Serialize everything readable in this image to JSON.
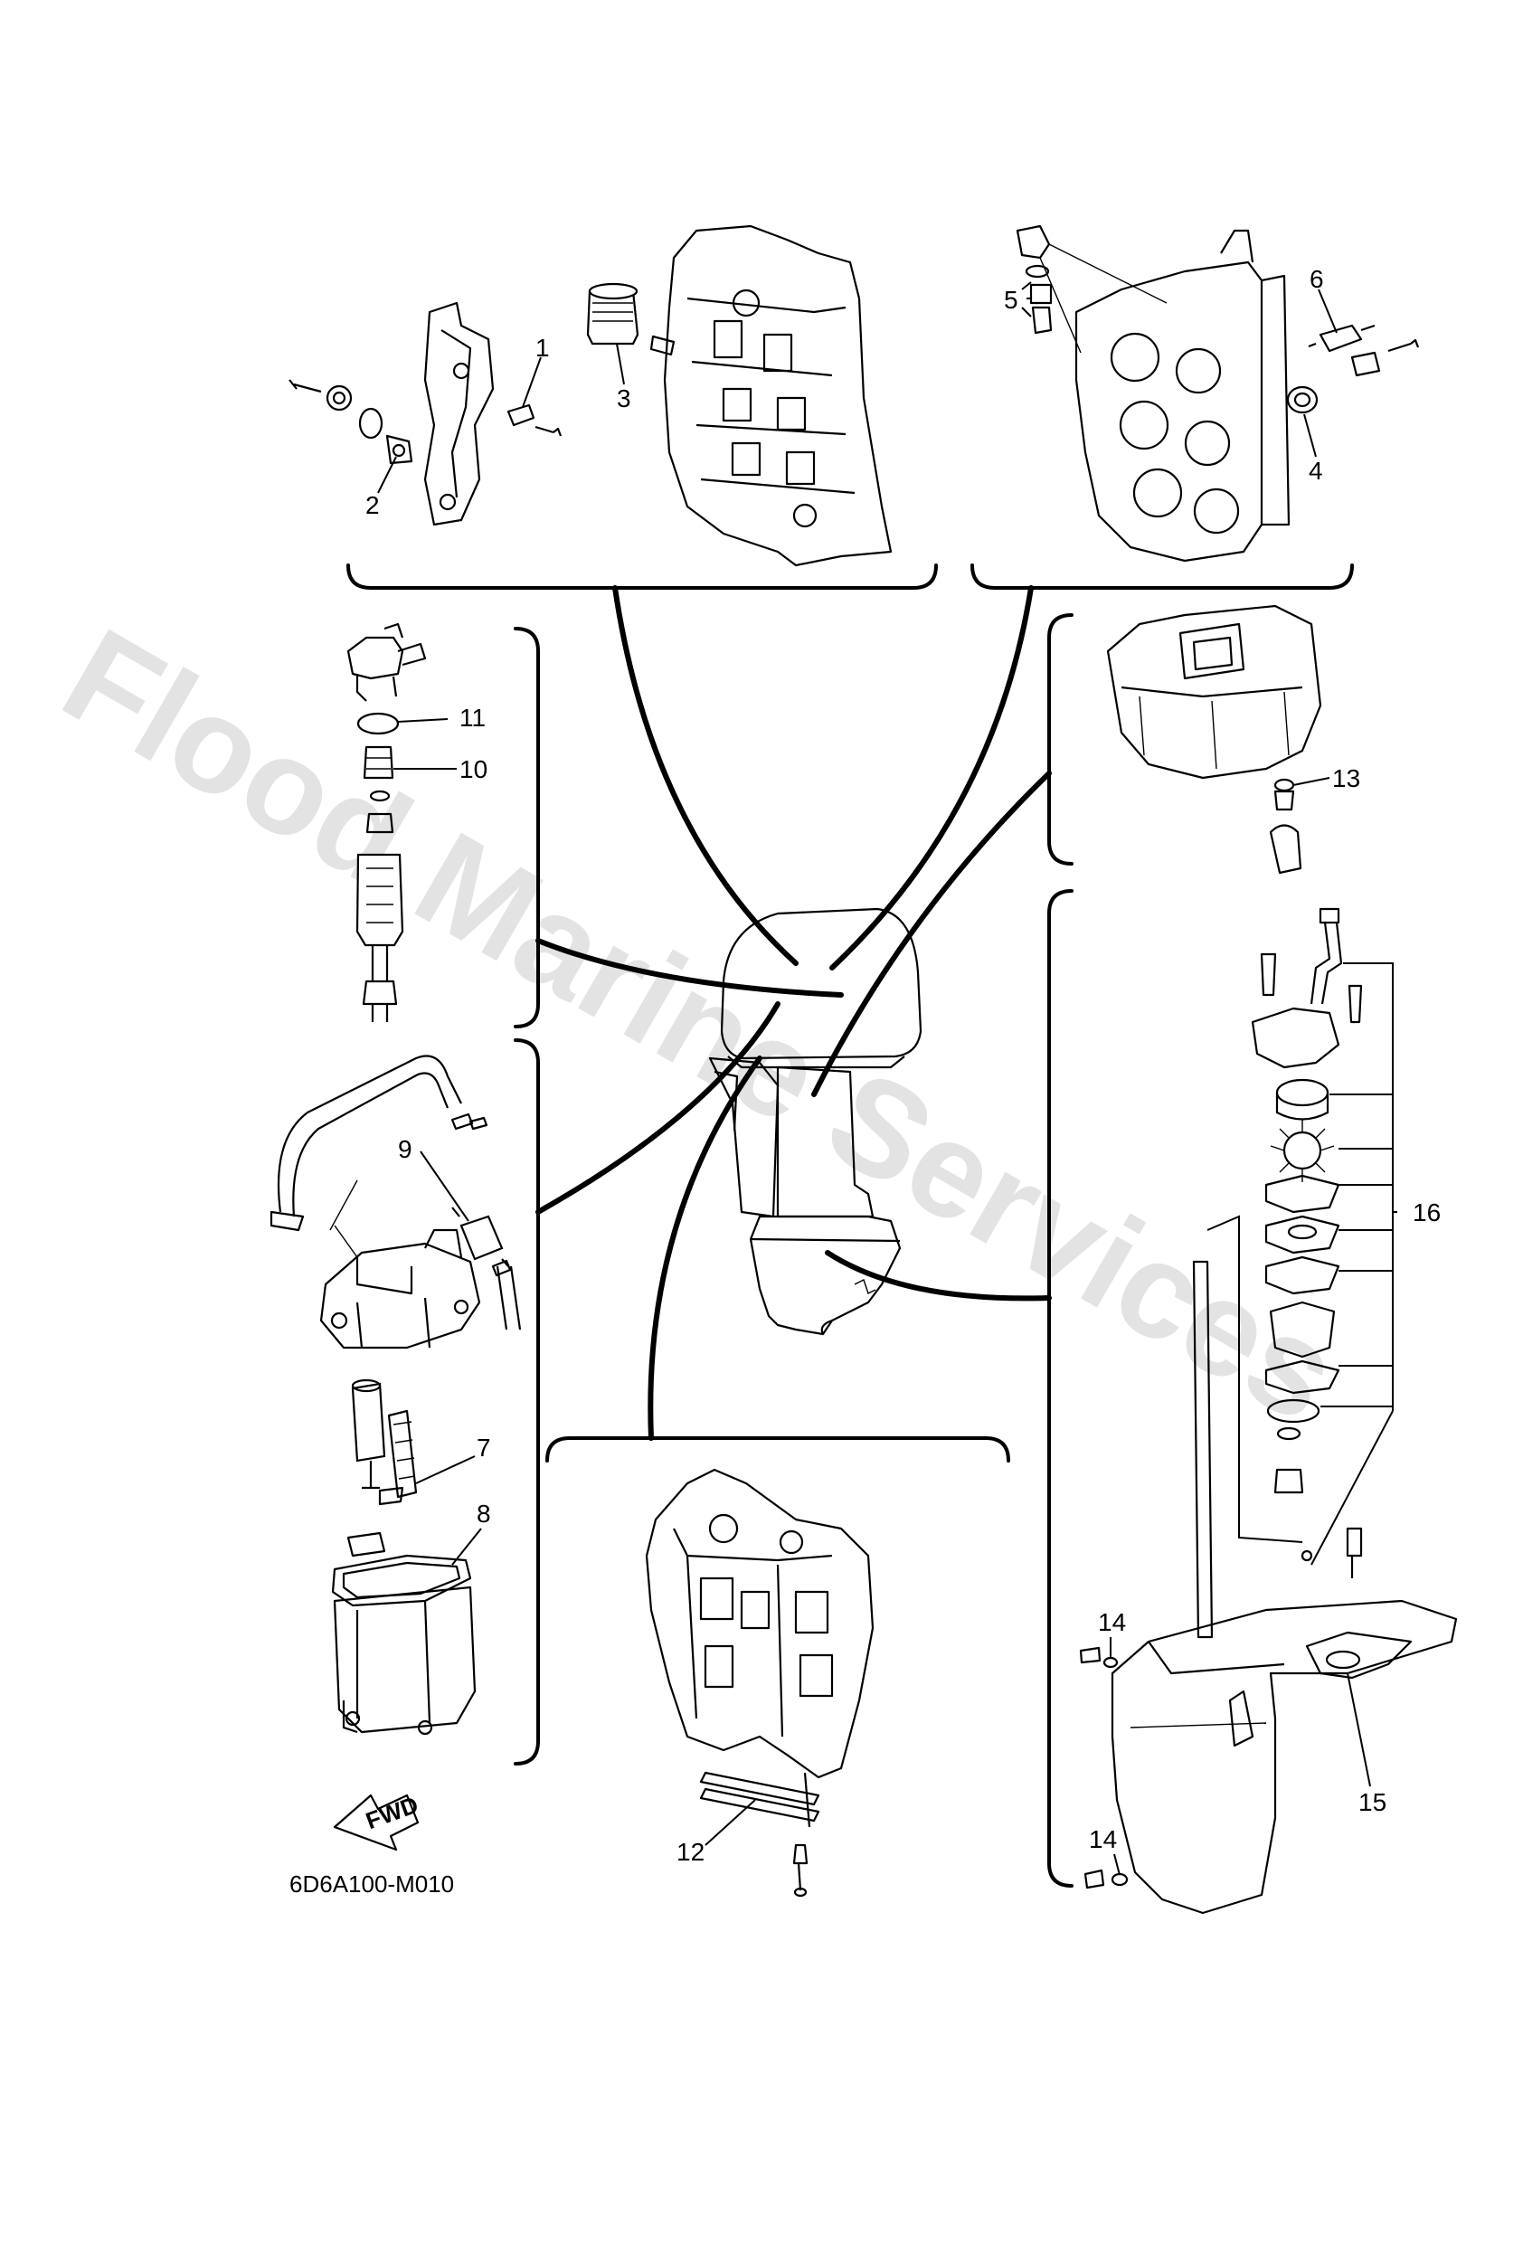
{
  "diagram": {
    "watermark": "Flood Marine Services",
    "figure_code": "6D6A100-M010",
    "fwd_label": "FWD",
    "callouts": {
      "c1": "1",
      "c2": "2",
      "c3": "3",
      "c4": "4",
      "c5": "5",
      "c6": "6",
      "c7": "7",
      "c8": "8",
      "c9": "9",
      "c10": "10",
      "c11": "11",
      "c12": "12",
      "c13": "13",
      "c14a": "14",
      "c14b": "14",
      "c15": "15",
      "c16": "16"
    }
  }
}
